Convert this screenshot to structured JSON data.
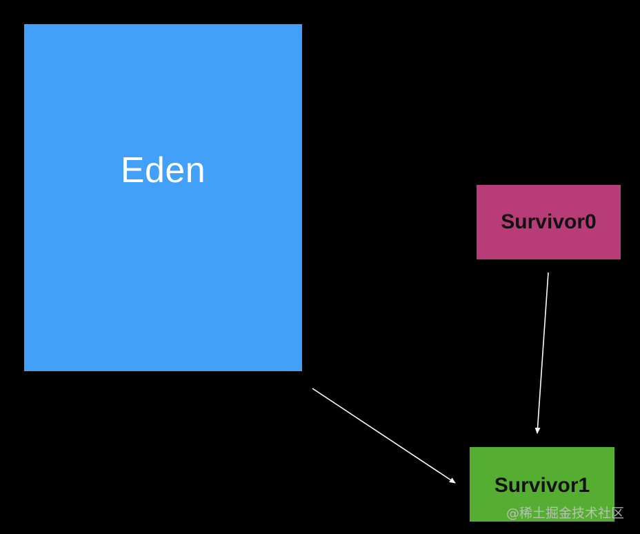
{
  "diagram": {
    "eden": {
      "label": "Eden",
      "color": "#42a0f8"
    },
    "survivor0": {
      "label": "Survivor0",
      "color": "#b83c78"
    },
    "survivor1": {
      "label": "Survivor1",
      "color": "#55ad32"
    },
    "edges": [
      {
        "from": "eden",
        "to": "survivor1",
        "style": "arrow"
      },
      {
        "from": "survivor0",
        "to": "survivor1",
        "style": "arrow"
      }
    ],
    "arrow_color": "#ffffff"
  },
  "watermark": {
    "text": "@稀土掘金技术社区"
  }
}
